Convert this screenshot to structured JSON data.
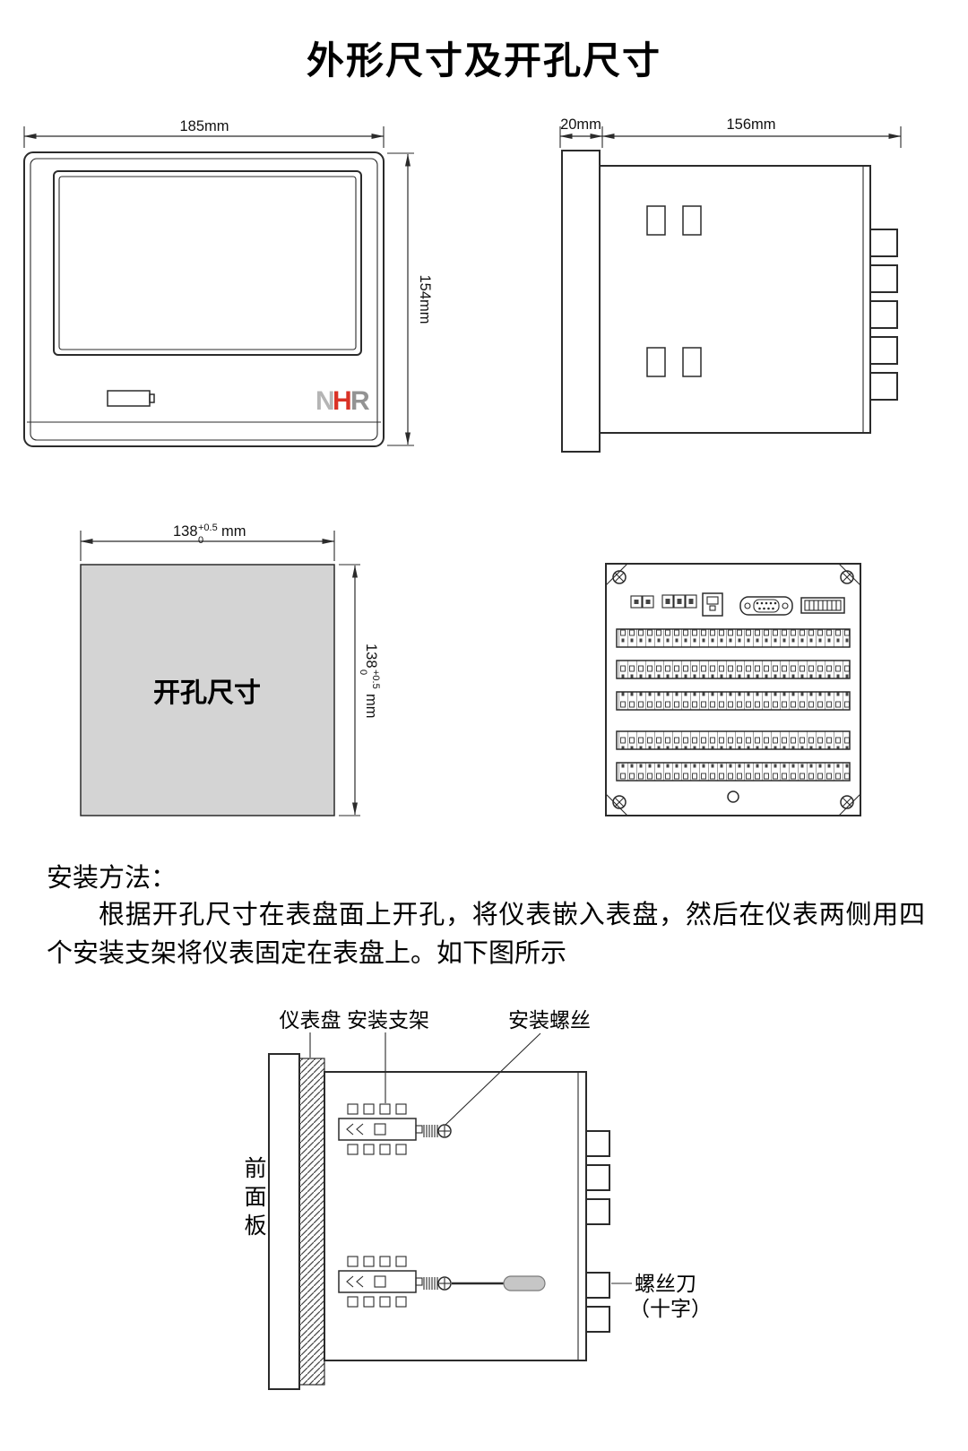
{
  "page": {
    "title": "外形尺寸及开孔尺寸"
  },
  "front_view": {
    "width_dim": "185mm",
    "height_dim": "154mm",
    "logo": {
      "n": "N",
      "h": "H",
      "r": "R"
    }
  },
  "side_view": {
    "flange_dim": "20mm",
    "depth_dim": "156mm"
  },
  "cutout_view": {
    "label": "开孔尺寸",
    "width": {
      "value": "138",
      "tol_up": "+0.5",
      "tol_dn": "0",
      "unit": "mm"
    },
    "height": {
      "value": "138",
      "tol_up": "+0.5",
      "tol_dn": "0",
      "unit": "mm"
    }
  },
  "instructions": {
    "heading": "安装方法：",
    "body": "根据开孔尺寸在表盘面上开孔，将仪表嵌入表盘，然后在仪表两侧用四个安装支架将仪表固定在表盘上。如下图所示"
  },
  "install_diagram": {
    "label_panel": "仪表盘",
    "label_bracket": "安装支架",
    "label_screw": "安装螺丝",
    "label_front_panel": "前面板",
    "label_screwdriver_line1": "螺丝刀",
    "label_screwdriver_line2": "（十字）"
  },
  "colors": {
    "line": "#2b2b2b",
    "cutout_fill": "#d4d4d4",
    "logo_n": "#b5b5b5",
    "logo_h": "#d93226",
    "logo_r": "#939393",
    "screwdriver_handle": "#c6c6c6"
  }
}
